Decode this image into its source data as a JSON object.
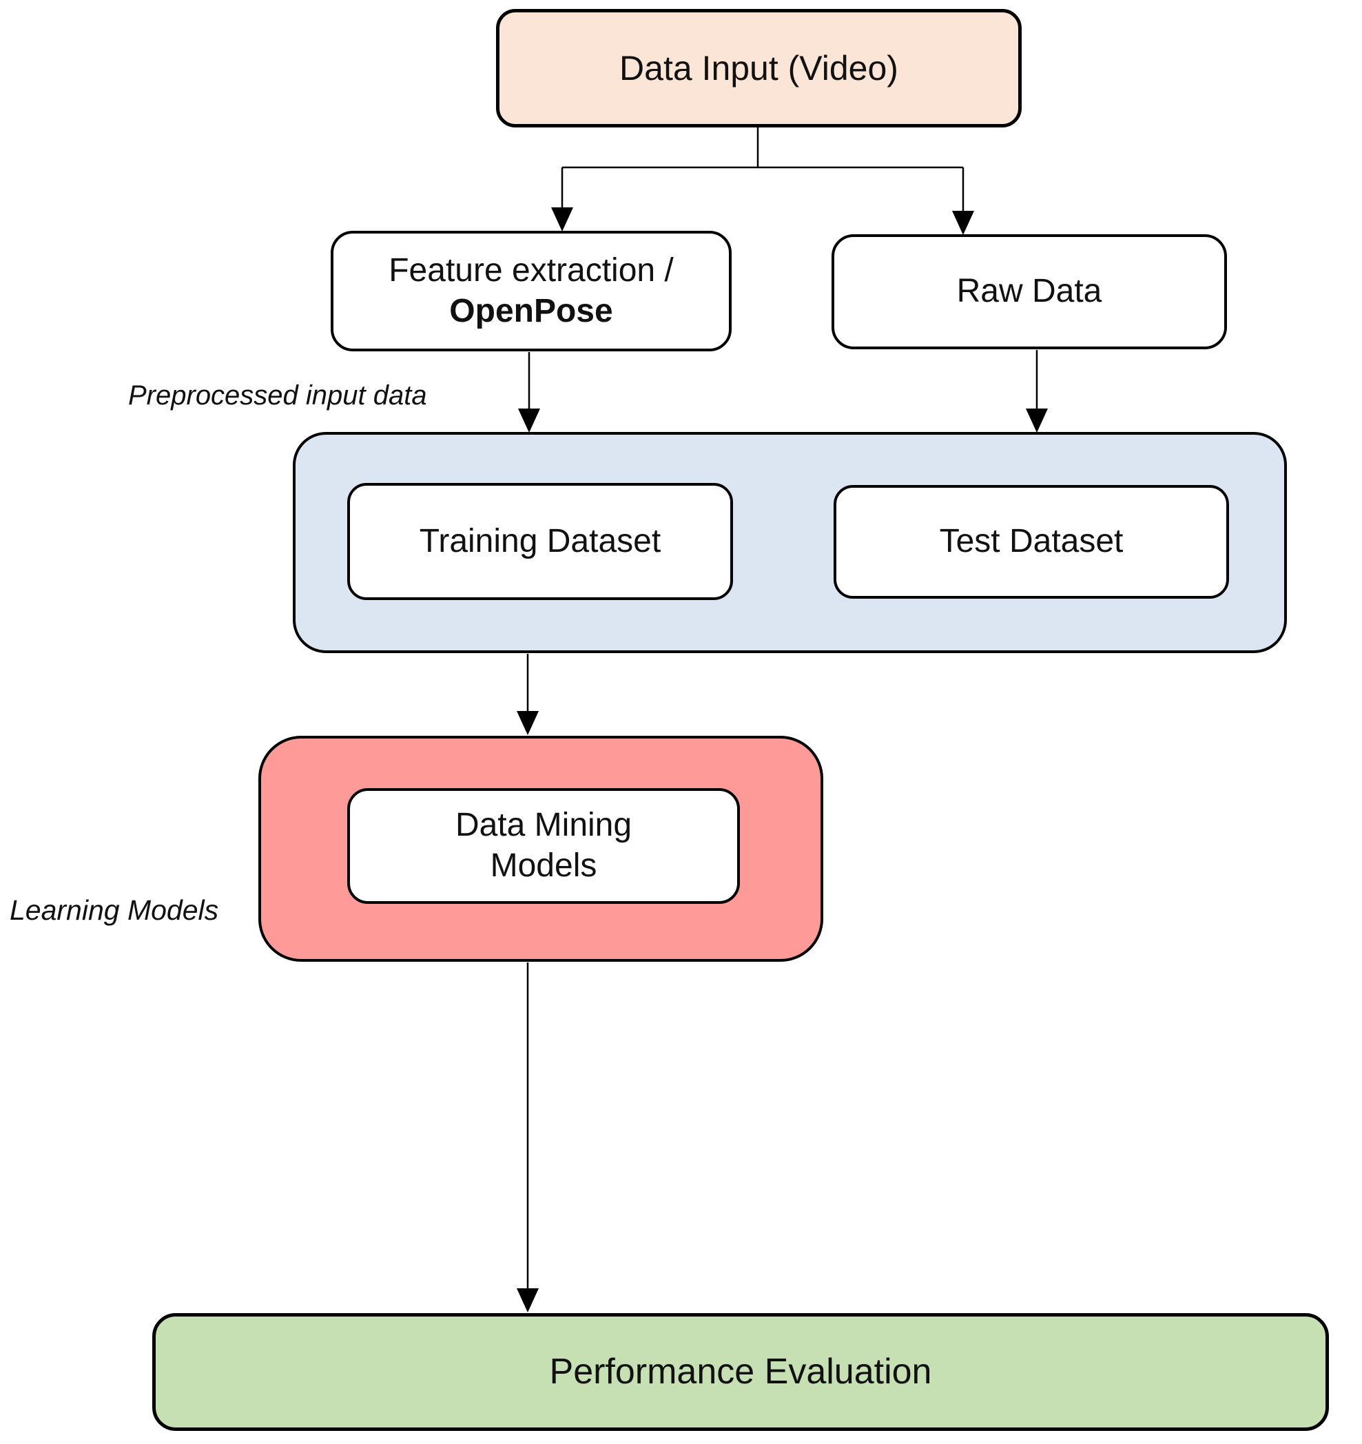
{
  "diagram": {
    "colors": {
      "data_input_fill": "#FBE5D6",
      "preprocessed_container_fill": "#DBE6F2",
      "learning_container_fill": "#FE9B99",
      "performance_fill": "#C6E0B4",
      "plain_node_fill": "#FFFFFF",
      "border": "#000000"
    },
    "nodes": {
      "data_input": {
        "label": "Data Input (Video)"
      },
      "feature_extraction": {
        "line1": "Feature extraction /",
        "line2": "OpenPose"
      },
      "raw_data": {
        "label": "Raw Data"
      },
      "training_dataset": {
        "label": "Training Dataset"
      },
      "test_dataset": {
        "label": "Test Dataset"
      },
      "data_mining_models": {
        "line1": "Data Mining",
        "line2": "Models"
      },
      "performance_evaluation": {
        "label": "Performance Evaluation"
      }
    },
    "annotations": {
      "preprocessed": "Preprocessed input data",
      "learning": "Learning Models"
    },
    "edges": [
      {
        "from": "data_input",
        "to": "feature_extraction"
      },
      {
        "from": "data_input",
        "to": "raw_data"
      },
      {
        "from": "feature_extraction",
        "to": "preprocessed_input_data"
      },
      {
        "from": "raw_data",
        "to": "preprocessed_input_data"
      },
      {
        "from": "preprocessed_input_data",
        "to": "learning_models"
      },
      {
        "from": "learning_models",
        "to": "performance_evaluation"
      }
    ]
  }
}
